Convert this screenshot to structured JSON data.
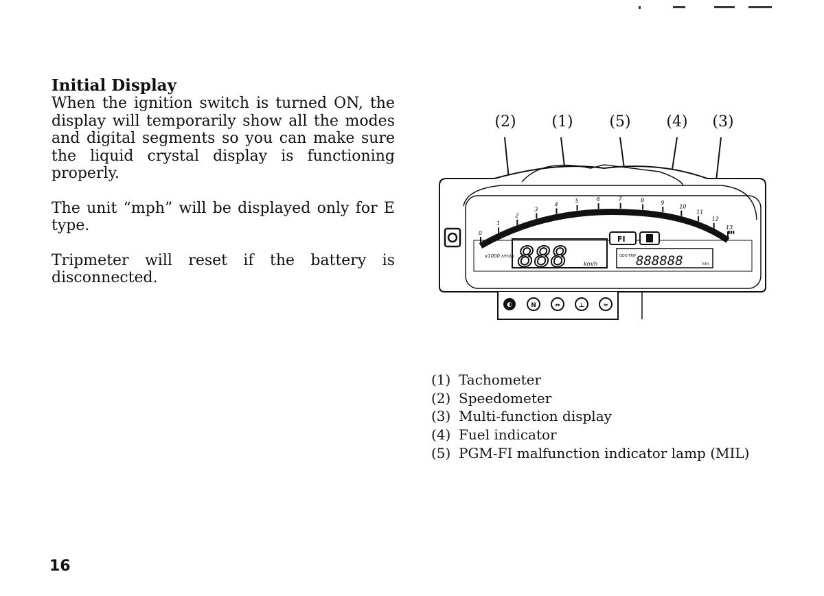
{
  "section": {
    "title": "Initial Display",
    "paragraphs": [
      "When the ignition switch is turned ON, the display will temporarily show all the modes and digital segments so you can make sure the liquid crystal display is functioning properly.",
      "The unit “mph” will be displayed only for E type.",
      "Tripmeter will reset if the battery is disconnected."
    ]
  },
  "callouts": [
    "(2)",
    "(1)",
    "(5)",
    "(4)",
    "(3)"
  ],
  "display": {
    "tach_numbers": [
      "0",
      "1",
      "2",
      "3",
      "4",
      "5",
      "6",
      "7",
      "8",
      "9",
      "10",
      "11",
      "12",
      "13"
    ],
    "tach_unit": "x1000 r/min",
    "speed_value": "888",
    "speed_unit": "km/h",
    "fi_label": "FI",
    "odo_value": "888888",
    "odo_prefix": "ODO TRIP",
    "odo_unit": "km"
  },
  "indicator_icons": [
    "high-beam-icon",
    "neutral-icon",
    "turn-signal-icon",
    "oil-pressure-icon",
    "coolant-temp-icon"
  ],
  "legend": [
    {
      "num": "(1)",
      "label": "Tachometer"
    },
    {
      "num": "(2)",
      "label": "Speedometer"
    },
    {
      "num": "(3)",
      "label": "Multi-function display"
    },
    {
      "num": "(4)",
      "label": "Fuel indicator"
    },
    {
      "num": "(5)",
      "label": "PGM-FI malfunction indicator lamp (MIL)"
    }
  ],
  "page_number": "16"
}
